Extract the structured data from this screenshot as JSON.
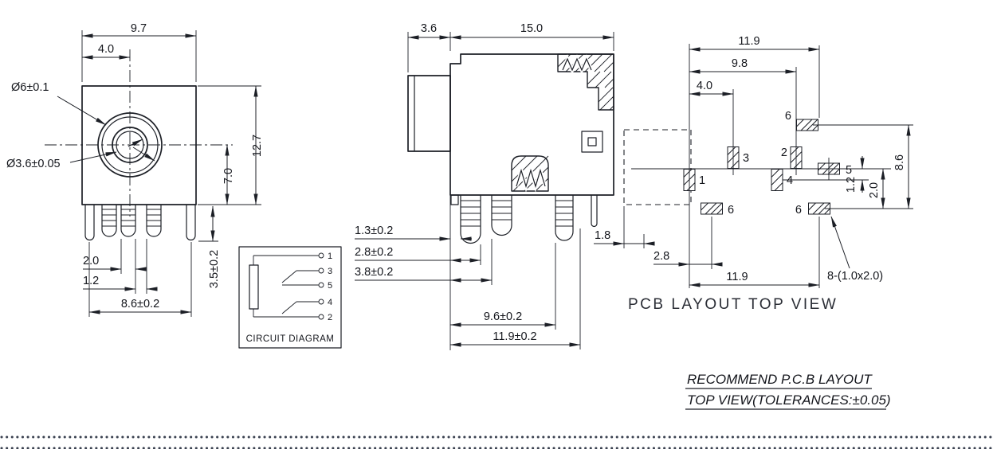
{
  "sheet": {
    "background": "#ffffff",
    "line_color": "#1c1f26"
  },
  "front_view": {
    "dim_width_top": "9.7",
    "dim_center_offset": "4.0",
    "dia_outer": "Ø6±0.1",
    "dia_inner": "Ø3.6±0.05",
    "dim_height": "12.7",
    "dim_center_height": "7.0",
    "dim_pin_width": "2.0",
    "dim_pin_gap": "1.2",
    "dim_leg_span": "8.6±0.2",
    "dim_leg_length": "3.5±0.2",
    "circuit": {
      "title": "CIRCUIT DIAGRAM",
      "pins": [
        "1",
        "3",
        "5",
        "4",
        "2"
      ]
    }
  },
  "side_view": {
    "dim_barrel": "3.6",
    "dim_body_length": "15.0",
    "dim_pin_offset_1": "1.3±0.2",
    "dim_pin_offset_2": "2.8±0.2",
    "dim_pin_offset_3": "3.8±0.2",
    "dim_pin_offset_4": "9.6±0.2",
    "dim_pin_offset_5": "11.9±0.2"
  },
  "pcb_view": {
    "dim_top_width": "11.9",
    "dim_mid_width": "9.8",
    "dim_small_width": "4.0",
    "dim_right_height": "8.6",
    "dim_right_offset": "2.0",
    "dim_right_small": "1.2",
    "dim_bottom_left": "1.8",
    "dim_bottom_small": "2.8",
    "dim_bottom_width": "11.9",
    "pad_note": "8-(1.0x2.0)",
    "pad_labels": {
      "p1": "1",
      "p2": "2",
      "p3": "3",
      "p4": "4",
      "p5": "5",
      "p6_top": "6",
      "p6_bottom_left": "6",
      "p6_bottom_right": "6"
    },
    "caption": "PCB LAYOUT TOP VIEW",
    "note_line_1": "RECOMMEND P.C.B LAYOUT",
    "note_line_2": "TOP VIEW(TOLERANCES:±0.05)"
  }
}
